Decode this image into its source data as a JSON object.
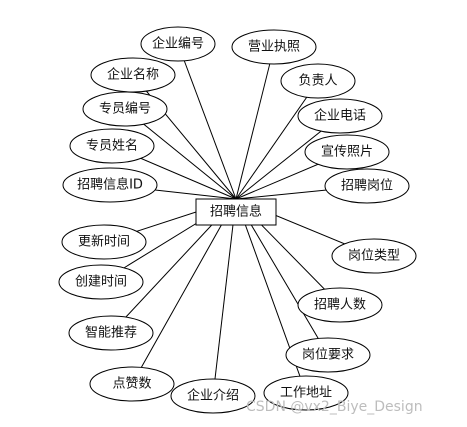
{
  "entity": {
    "label": "招聘信息"
  },
  "attributes": [
    {
      "id": "company-no",
      "label": "企业编号"
    },
    {
      "id": "business-license",
      "label": "营业执照"
    },
    {
      "id": "company-name",
      "label": "企业名称"
    },
    {
      "id": "person-in-charge",
      "label": "负责人"
    },
    {
      "id": "staff-no",
      "label": "专员编号"
    },
    {
      "id": "company-phone",
      "label": "企业电话"
    },
    {
      "id": "staff-name",
      "label": "专员姓名"
    },
    {
      "id": "promo-photo",
      "label": "宣传照片"
    },
    {
      "id": "recruit-info-id",
      "label": "招聘信息ID"
    },
    {
      "id": "job-position",
      "label": "招聘岗位"
    },
    {
      "id": "update-time",
      "label": "更新时间"
    },
    {
      "id": "job-type",
      "label": "岗位类型"
    },
    {
      "id": "create-time",
      "label": "创建时间"
    },
    {
      "id": "recruit-count",
      "label": "招聘人数"
    },
    {
      "id": "smart-recommend",
      "label": "智能推荐"
    },
    {
      "id": "job-requirements",
      "label": "岗位要求"
    },
    {
      "id": "like-count",
      "label": "点赞数"
    },
    {
      "id": "company-intro",
      "label": "企业介绍"
    },
    {
      "id": "work-address",
      "label": "工作地址"
    }
  ],
  "watermark": "CSDN @vx2_Biye_Design"
}
